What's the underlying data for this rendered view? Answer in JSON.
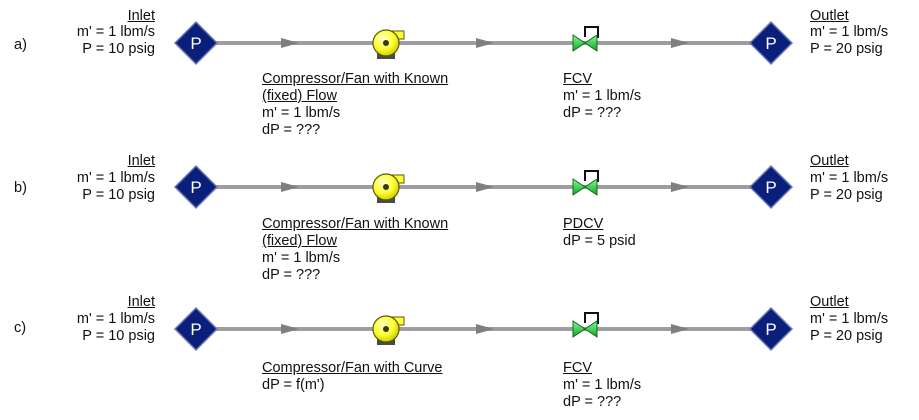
{
  "colors": {
    "pipe": "#9e9e9e",
    "arrow": "#7f7f7f",
    "junction_fill": "#0a1f7a",
    "junction_edge": "#6a7ab8",
    "compressor_fill": "#ffff33",
    "compressor_edge": "#5a5a00",
    "valve_fill": "#2fcf46",
    "valve_edge": "#0d6b1c"
  },
  "icons": {
    "junction": "pressure-boundary-diamond-icon",
    "compressor": "compressor-fan-icon",
    "valve": "control-valve-icon"
  },
  "rows": [
    {
      "letter": "a)",
      "inlet": {
        "title": "Inlet",
        "line1": "m' = 1 lbm/s",
        "line2": "P = 10 psig",
        "symbol": "P"
      },
      "outlet": {
        "title": "Outlet",
        "line1": "m' = 1 lbm/s",
        "line2": "P = 20 psig",
        "symbol": "P"
      },
      "compressor": {
        "title1": "Compressor/Fan with Known",
        "title2": "(fixed) Flow",
        "line1": "m' = 1 lbm/s",
        "line2": "dP = ???"
      },
      "valve": {
        "title": "FCV",
        "line1": "m' = 1 lbm/s",
        "line2": "dP = ???"
      }
    },
    {
      "letter": "b)",
      "inlet": {
        "title": "Inlet",
        "line1": "m' = 1 lbm/s",
        "line2": "P = 10 psig",
        "symbol": "P"
      },
      "outlet": {
        "title": "Outlet",
        "line1": "m' = 1 lbm/s",
        "line2": "P = 20 psig",
        "symbol": "P"
      },
      "compressor": {
        "title1": "Compressor/Fan with Known",
        "title2": "(fixed) Flow",
        "line1": "m' = 1 lbm/s",
        "line2": "dP = ???"
      },
      "valve": {
        "title": "PDCV",
        "line1": "dP = 5 psid"
      }
    },
    {
      "letter": "c)",
      "inlet": {
        "title": "Inlet",
        "line1": "m' = 1 lbm/s",
        "line2": "P = 10 psig",
        "symbol": "P"
      },
      "outlet": {
        "title": "Outlet",
        "line1": "m' = 1 lbm/s",
        "line2": "P = 20 psig",
        "symbol": "P"
      },
      "compressor": {
        "title1": "Compressor/Fan with Curve",
        "line1": "dP = f(m')"
      },
      "valve": {
        "title": "FCV",
        "line1": "m' = 1 lbm/s",
        "line2": "dP = ???"
      }
    }
  ]
}
